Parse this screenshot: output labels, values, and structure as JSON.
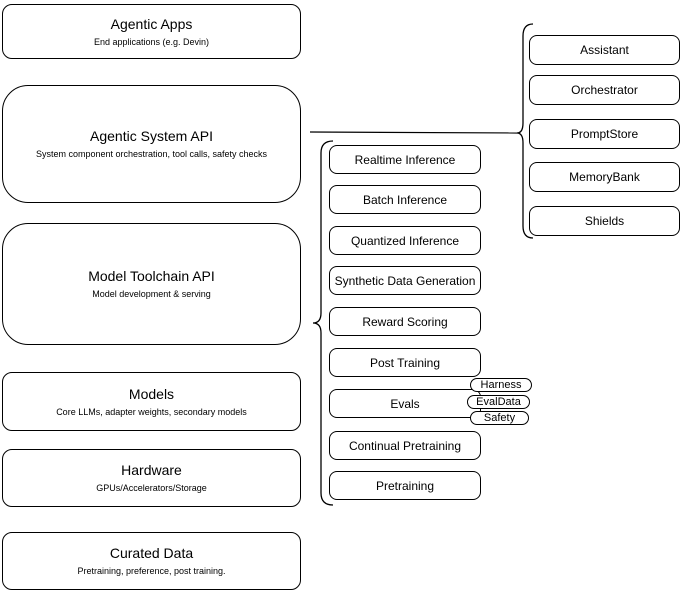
{
  "colors": {
    "stroke": "#000000",
    "background": "#ffffff",
    "text": "#000000"
  },
  "layers": [
    {
      "title": "Agentic Apps",
      "subtitle": "End applications (e.g. Devin)"
    },
    {
      "title": "Agentic System API",
      "subtitle": "System component orchestration, tool calls, safety checks"
    },
    {
      "title": "Model Toolchain API",
      "subtitle": "Model development & serving"
    },
    {
      "title": "Models",
      "subtitle": "Core LLMs, adapter weights, secondary models"
    },
    {
      "title": "Hardware",
      "subtitle": "GPUs/Accelerators/Storage"
    },
    {
      "title": "Curated Data",
      "subtitle": "Pretraining, preference, post training."
    }
  ],
  "toolchain_services": [
    "Realtime Inference",
    "Batch Inference",
    "Quantized Inference",
    "Synthetic Data Generation",
    "Reward Scoring",
    "Post Training",
    "Evals",
    "Continual Pretraining",
    "Pretraining"
  ],
  "evals_tags": [
    "Harness",
    "EvalData",
    "Safety"
  ],
  "system_components": [
    "Assistant",
    "Orchestrator",
    "PromptStore",
    "MemoryBank",
    "Shields"
  ]
}
